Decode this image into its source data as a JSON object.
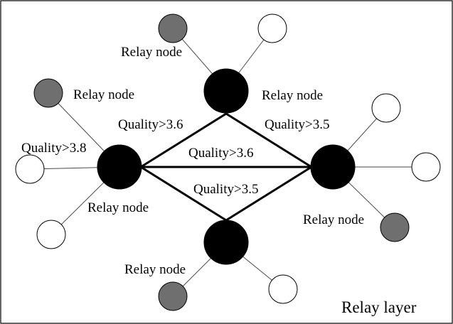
{
  "colors": {
    "core": "#000000",
    "gray": "#6f6f6f",
    "white": "#ffffff",
    "stroke": "#000000",
    "edge": "#4a4a4a"
  },
  "core_nodes": [
    {
      "id": "top",
      "label": "Relay node"
    },
    {
      "id": "left",
      "label": "Relay node"
    },
    {
      "id": "right",
      "label": "Relay node"
    },
    {
      "id": "bottom",
      "label": "Relay node"
    }
  ],
  "leaf_nodes": [
    {
      "id": "top-gray",
      "parent": "top",
      "fill": "gray"
    },
    {
      "id": "top-white",
      "parent": "top",
      "fill": "white"
    },
    {
      "id": "left-gray",
      "parent": "left",
      "fill": "gray"
    },
    {
      "id": "left-white-1",
      "parent": "left",
      "fill": "white"
    },
    {
      "id": "left-white-2",
      "parent": "left",
      "fill": "white"
    },
    {
      "id": "right-white-1",
      "parent": "right",
      "fill": "white"
    },
    {
      "id": "right-white-2",
      "parent": "right",
      "fill": "white"
    },
    {
      "id": "right-gray",
      "parent": "right",
      "fill": "gray"
    },
    {
      "id": "bottom-gray",
      "parent": "bottom",
      "fill": "gray"
    },
    {
      "id": "bottom-white",
      "parent": "bottom",
      "fill": "white"
    }
  ],
  "leaf_labels": [
    {
      "id": "top-gray",
      "label": "Relay node"
    },
    {
      "id": "left-gray",
      "label": "Relay node"
    }
  ],
  "core_links": [
    {
      "from": "left",
      "to": "top",
      "label": "Quality>3.6"
    },
    {
      "from": "top",
      "to": "right",
      "label": "Quality>3.5"
    },
    {
      "from": "left",
      "to": "right",
      "label": "Quality>3.6"
    },
    {
      "from": "left",
      "to": "bottom",
      "label": "Quality>3.5"
    },
    {
      "from": "bottom",
      "to": "right",
      "label": ""
    }
  ],
  "left_leaf_quality": "Quality>3.8",
  "layer_label": "Relay layer"
}
